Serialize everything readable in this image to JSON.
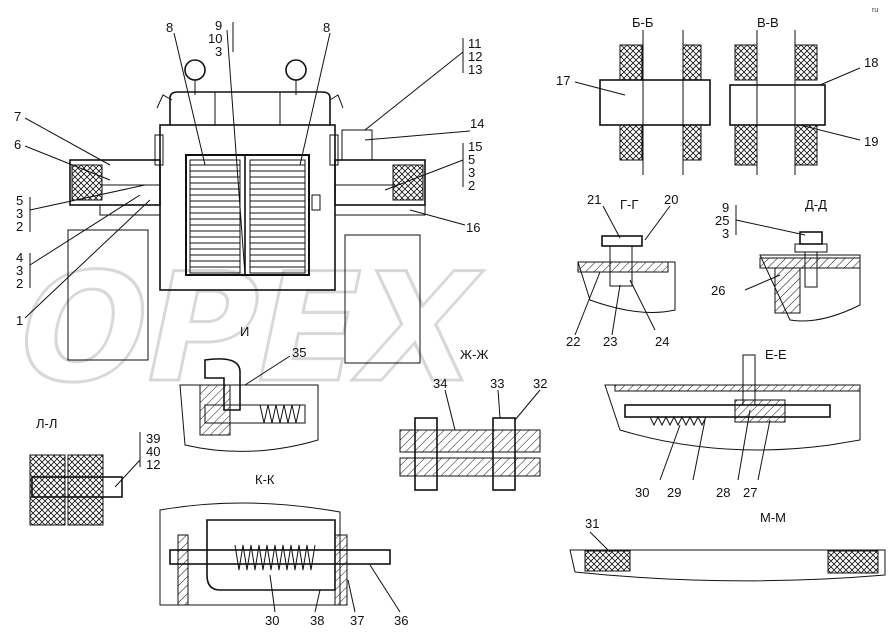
{
  "watermark": "OPEX",
  "corner_mark": "ru",
  "sections": {
    "bb": "Б-Б",
    "vv": "В-В",
    "gg": "Г-Г",
    "dd": "Д-Д",
    "i": "И",
    "zhzh": "Ж-Ж",
    "ee": "Е-Е",
    "ll": "Л-Л",
    "kk": "К-К",
    "mm": "М-М"
  },
  "labels": {
    "n8a": "8",
    "n8b": "8",
    "n9": "9",
    "n10": "10",
    "n3a": "3",
    "n11": "11",
    "n12a": "12",
    "n13": "13",
    "n14": "14",
    "n15": "15",
    "n5a": "5",
    "n3b": "3",
    "n2a": "2",
    "n16": "16",
    "n7": "7",
    "n6": "6",
    "n5b": "5",
    "n3c": "3",
    "n2b": "2",
    "n4": "4",
    "n3d": "3",
    "n2c": "2",
    "n1": "1",
    "n17": "17",
    "n18": "18",
    "n19": "19",
    "n21": "21",
    "n20": "20",
    "n22": "22",
    "n23": "23",
    "n24": "24",
    "n9b": "9",
    "n25": "25",
    "n3e": "3",
    "n26": "26",
    "n35": "35",
    "n34": "34",
    "n33": "33",
    "n32": "32",
    "n30a": "30",
    "n29": "29",
    "n28": "28",
    "n27": "27",
    "n39": "39",
    "n40": "40",
    "n12b": "12",
    "n31": "31",
    "n30b": "30",
    "n38": "38",
    "n37": "37",
    "n36": "36"
  }
}
